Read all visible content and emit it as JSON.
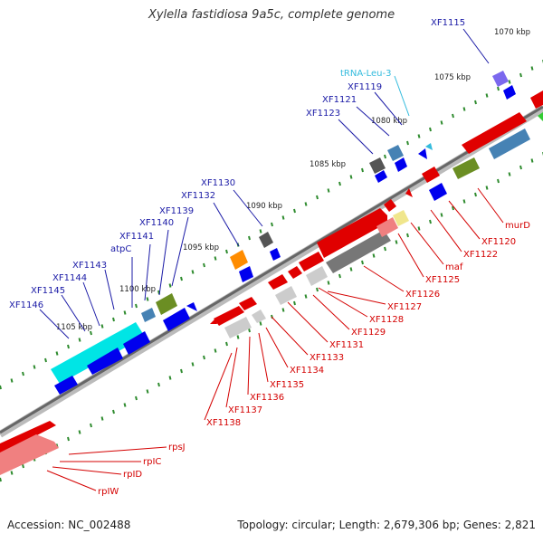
{
  "title": "Xylella fastidiosa 9a5c, complete genome",
  "footer": {
    "accession": "Accession: NC_002488",
    "summary": "Topology: circular; Length: 2,679,306 bp; Genes: 2,821"
  },
  "ticks": [
    "1070 kbp",
    "1075 kbp",
    "1080 kbp",
    "1085 kbp",
    "1090 kbp",
    "1095 kbp",
    "1100 kbp",
    "1105 kbp"
  ],
  "top_labels": [
    "XF1115",
    "tRNA-Leu-3",
    "XF1119",
    "XF1121",
    "XF1123",
    "XF1130",
    "XF1132",
    "XF1139",
    "XF1140",
    "XF1141",
    "atpC",
    "XF1143",
    "XF1144",
    "XF1145",
    "XF1146"
  ],
  "bottom_labels": [
    "murD",
    "XF1120",
    "XF1122",
    "maf",
    "XF1125",
    "XF1126",
    "XF1127",
    "XF1128",
    "XF1129",
    "XF1131",
    "XF1133",
    "XF1134",
    "XF1135",
    "XF1136",
    "XF1137",
    "XF1138",
    "rpsJ",
    "rpIC",
    "rpID",
    "rpIW"
  ],
  "colors": {
    "forward_label": "#1a1aa6",
    "reverse_label": "#d40000",
    "trna_label": "#33bbdd",
    "backbone": "#777777",
    "tick": "#2e8b2e"
  }
}
